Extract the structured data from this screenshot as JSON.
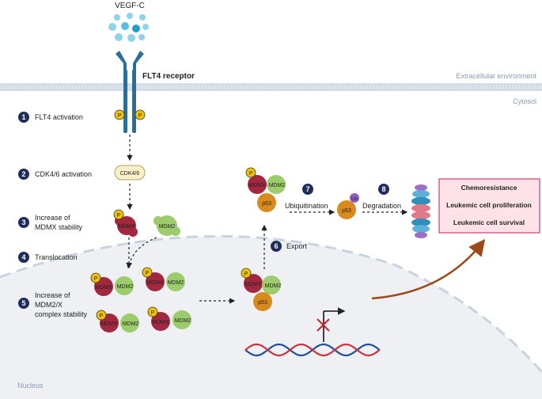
{
  "ligand": {
    "label": "VEGF-C"
  },
  "receptor": {
    "label": "FLT4 receptor",
    "phospho": "P"
  },
  "compartments": {
    "extracellular": "Extracellular environment",
    "cytosol": "Cytosol",
    "nucleus": "Nucleus"
  },
  "steps": [
    {
      "num": "1",
      "label": "FLT4 activation"
    },
    {
      "num": "2",
      "label": "CDK4/6 activation"
    },
    {
      "num": "3",
      "label": "Increase of",
      "label2": "MDMX stability"
    },
    {
      "num": "4",
      "label": "Translocation"
    },
    {
      "num": "5",
      "label": "Increase of",
      "label2": "MDM2/X",
      "label3": "complex stability"
    },
    {
      "num": "6",
      "label": "Export"
    },
    {
      "num": "7",
      "label": "Ubiquitination"
    },
    {
      "num": "8",
      "label": "Degradation"
    }
  ],
  "molecules": {
    "cdk": "CDK4/6",
    "mdmx": "MDMX",
    "mdm2": "MDM2",
    "p53": "p53",
    "ub": "Ub",
    "p": "P"
  },
  "outcomes": [
    "Chemoresistance",
    "Leukemic cell proliferation",
    "Leukemic cell survival"
  ],
  "colors": {
    "step_badge": "#1f2d5c",
    "membrane": "#b8c6d6",
    "receptor": "#2a6f98",
    "mdmx": "#a3283f",
    "mdm2": "#9ccc6b",
    "p53": "#d88a1c",
    "phospho": "#f2c200",
    "outcome_bg": "#fde3e7",
    "outcome_border": "#c2185b",
    "arrow_brown": "#9c4a1a"
  }
}
